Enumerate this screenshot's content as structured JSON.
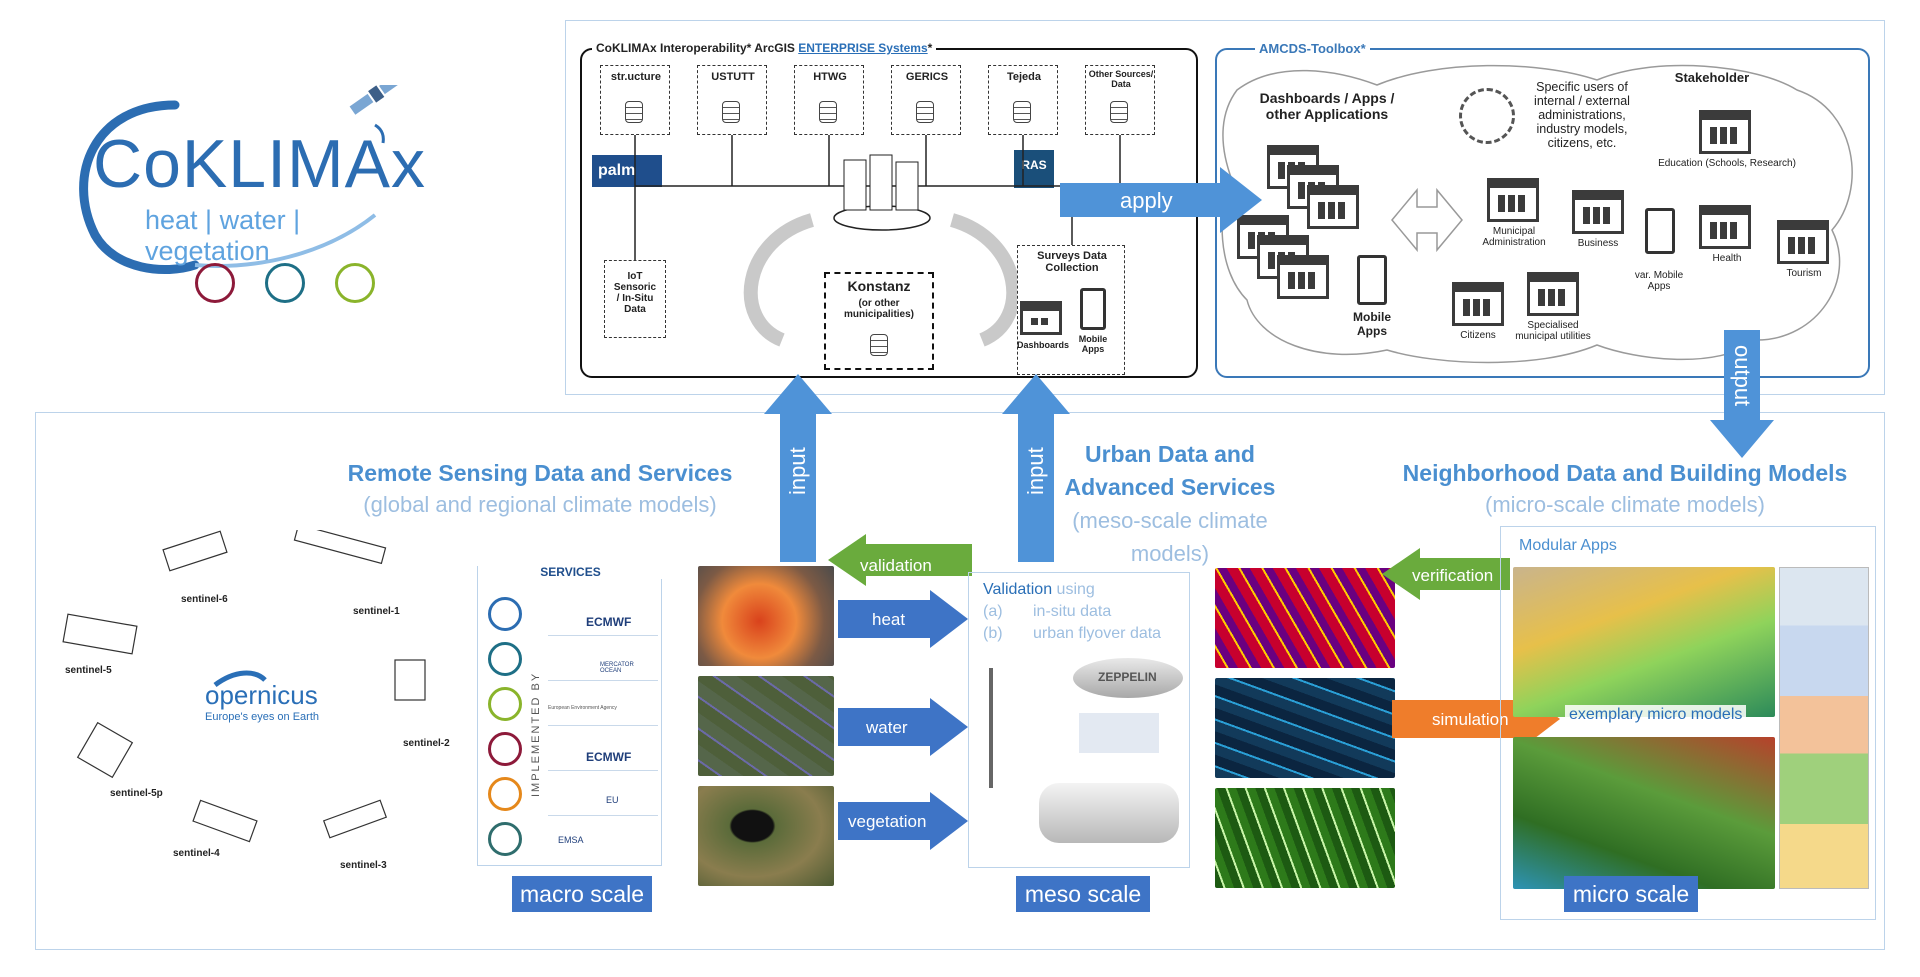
{
  "logo": {
    "title": "CoKLIMAx",
    "tagline": "heat | water | vegetation",
    "colors": {
      "blue": "#2c6db2",
      "red": "#8d1a3a",
      "teal": "#1e6f86",
      "green": "#8ab42b"
    }
  },
  "platform": {
    "title_prefix": "CoKLIMAx Interoperability* ArcGIS ",
    "title_link": "ENTERPRISE Systems",
    "title_suffix": "*",
    "sources": [
      "str.ucture",
      "USTUTT",
      "HTWG",
      "GERICS",
      "Tejeda",
      "Other Sources/ Data"
    ],
    "iot": "IoT\nSensoric\n/ In-Situ Data",
    "konstanz": "Konstanz",
    "konstanz_sub": "(or other municipalities)",
    "surveys": "Surveys Data Collection",
    "dashboards": "Dashboards",
    "mobile_apps": "Mobile Apps",
    "palm_badge": "palm",
    "ras_badge": "RAS"
  },
  "toolbox": {
    "title": "AMCDS-Toolbox*",
    "dashboards_title": "Dashboards / Apps / other Applications",
    "specific_users": "Specific users of internal / external administrations, industry models, citizens, etc.",
    "stakeholder": "Stakeholder",
    "mobile_apps": "Mobile Apps",
    "items": {
      "municipal": "Municipal Administration",
      "business": "Business",
      "citizens": "Citizens",
      "utilities": "Specialised municipal utilities",
      "var_mobile": "var. Mobile Apps",
      "education": "Education (Schools, Research)",
      "health": "Health",
      "tourism": "Tourism"
    }
  },
  "arrows": {
    "apply": "apply",
    "output": "output",
    "input": "input",
    "validation": "validation",
    "verification": "verification",
    "heat": "heat",
    "water": "water",
    "vegetation": "vegetation",
    "simulation": "simulation"
  },
  "sections": {
    "remote_title": "Remote Sensing Data and Services",
    "remote_sub": "(global and regional climate models)",
    "urban_title": "Urban Data and Advanced Services",
    "urban_sub": "(meso-scale climate models)",
    "neigh_title": "Neighborhood Data and Building Models",
    "neigh_sub": "(micro-scale climate models)"
  },
  "services": {
    "title": "SERVICES",
    "implemented_by": "IMPLEMENTED BY",
    "providers": [
      "ECMWF",
      "MERCATOR OCEAN",
      "European Environment Agency",
      "ECMWF",
      "EU",
      "EMSA"
    ]
  },
  "validation": {
    "title": "Validation",
    "using": " using",
    "items": [
      "(a)",
      "in-situ data",
      "(b)",
      "urban flyover data"
    ],
    "zeppelin": "ZEPPELIN"
  },
  "micro": {
    "modular_apps": "Modular Apps",
    "exemplary": "exemplary micro models"
  },
  "satellites": [
    "sentinel-6",
    "sentinel-1",
    "sentinel-5",
    "sentinel-2",
    "sentinel-5p",
    "sentinel-4",
    "sentinel-3"
  ],
  "copernicus": {
    "name": "opernicus",
    "tagline": "Europe's eyes on Earth"
  },
  "scales": {
    "macro": "macro scale",
    "meso": "meso scale",
    "micro": "micro scale"
  }
}
